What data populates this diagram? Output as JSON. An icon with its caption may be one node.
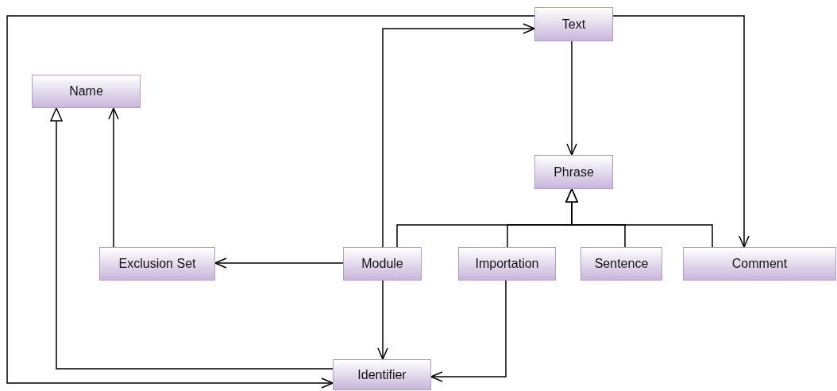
{
  "diagram": {
    "nodes": [
      {
        "text": [
          "Text"
        ]
      },
      {
        "text": [
          "Name"
        ]
      },
      {
        "text": [
          "Phrase"
        ]
      },
      {
        "text": [
          "Exclusion Set"
        ]
      },
      {
        "text": [
          "Module"
        ]
      },
      {
        "text": [
          "Importation"
        ]
      },
      {
        "text": [
          "Sentence"
        ]
      },
      {
        "text": [
          "Comment"
        ]
      },
      {
        "text": [
          "Identifier"
        ]
      }
    ],
    "edges": [
      {
        "from": 0,
        "to": 8,
        "arrow": "to"
      },
      {
        "from": 4,
        "to": 0,
        "arrow": "to"
      },
      {
        "from": 0,
        "to": 2,
        "arrow": "to"
      },
      {
        "from": 0,
        "to": 7,
        "arrow": "to"
      },
      {
        "from": 4,
        "to": 2,
        "arrow": "to"
      },
      {
        "from": 5,
        "to": 2,
        "arrow": "to"
      },
      {
        "from": 6,
        "to": 2,
        "arrow": "to"
      },
      {
        "from": 7,
        "to": 2,
        "arrow": "to"
      },
      {
        "from": 3,
        "to": 1,
        "arrow": "to"
      },
      {
        "from": 8,
        "to": 1,
        "arrow": "to"
      },
      {
        "from": 4,
        "to": 3,
        "arrow": "to"
      },
      {
        "from": 4,
        "to": 8,
        "arrow": "to"
      },
      {
        "from": 5,
        "to": 8,
        "arrow": "to"
      }
    ]
  }
}
